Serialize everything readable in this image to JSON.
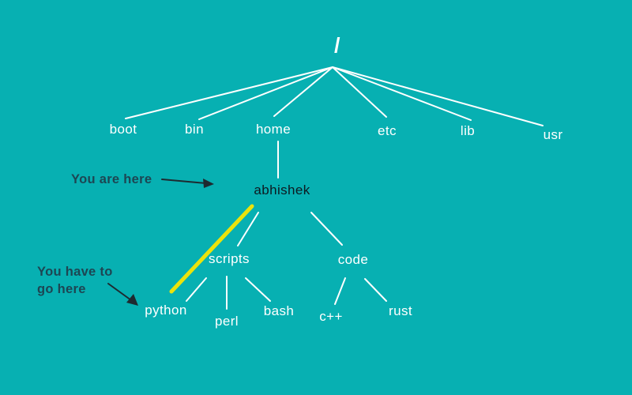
{
  "diagram": {
    "description": "Linux filesystem tree diagram"
  },
  "nodes": {
    "root": "/",
    "boot": "boot",
    "bin": "bin",
    "home": "home",
    "etc": "etc",
    "lib": "lib",
    "usr": "usr",
    "abhishek": "abhishek",
    "scripts": "scripts",
    "code": "code",
    "python": "python",
    "perl": "perl",
    "bash": "bash",
    "cpp": "c++",
    "rust": "rust"
  },
  "annotations": {
    "you_are_here": "You are here",
    "you_have_to_line1": "You have to",
    "you_have_to_line2": "go here"
  },
  "colors": {
    "background": "#07b0b2",
    "tree_line": "#ffffff",
    "node_label": "#ffffff",
    "highlight_path": "#ebe30c",
    "current_node_label": "#0d1a21",
    "annotation_text": "#1d4653",
    "arrow": "#1e2a30"
  }
}
